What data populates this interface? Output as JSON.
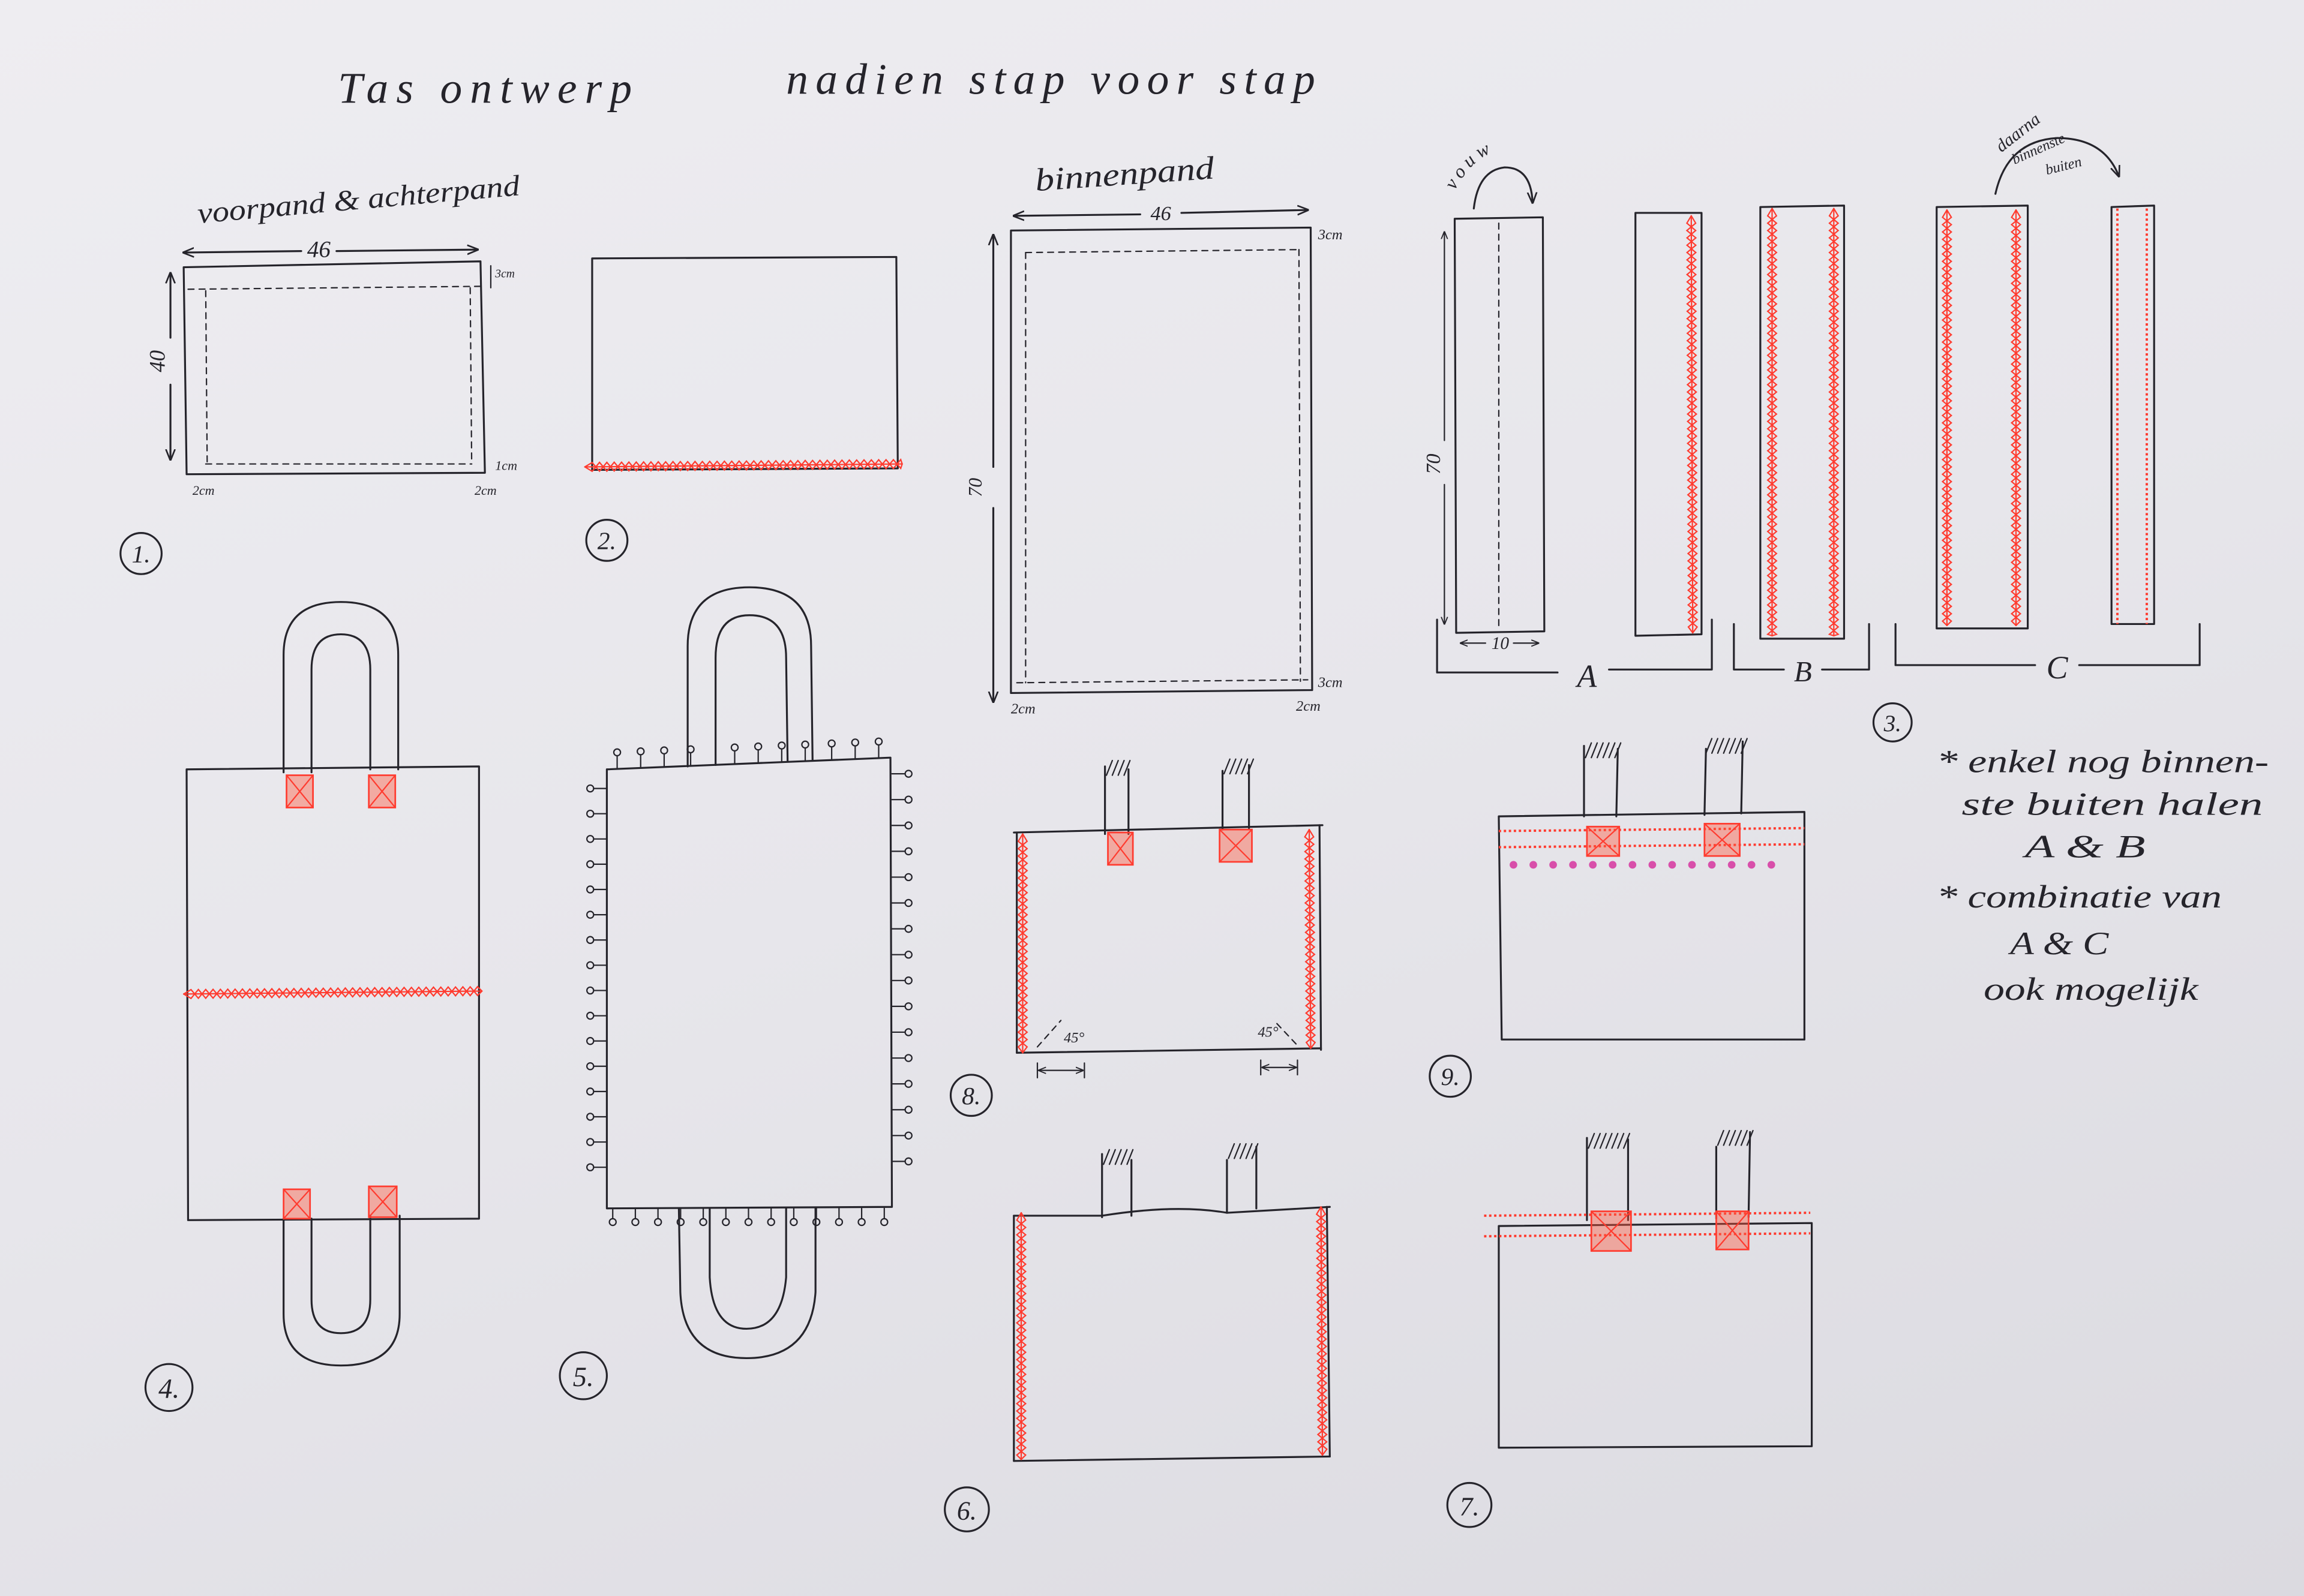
{
  "title": {
    "part1": "Tas ontwerp",
    "part2": "nadien stap voor stap"
  },
  "panel_front_back": {
    "label": "voorpand & achterpand",
    "width": "46",
    "height": "40",
    "top_margin": "3cm",
    "bottom_left": "2cm",
    "right": "1cm",
    "bottom_right": "2cm"
  },
  "panel_lining": {
    "label": "binnenpand",
    "width": "46",
    "height": "70",
    "top_right": "3cm",
    "bottom_right_upper": "3cm",
    "bottom_left": "2cm",
    "bottom_right": "2cm"
  },
  "strap": {
    "fold": "vouw",
    "length": "70",
    "width": "10",
    "variants": [
      "A",
      "B",
      "C"
    ],
    "then_1": "daarna",
    "then_2": "binnenste",
    "then_3": "buiten"
  },
  "notes": [
    "* enkel nog binnen-",
    "ste buiten halen",
    "A & B",
    "* combinatie van",
    "A & C",
    "ook mogelijk"
  ],
  "steps": [
    "1.",
    "2.",
    "3.",
    "4.",
    "5.",
    "6.",
    "7.",
    "8.",
    "9."
  ],
  "angles": [
    "45°",
    "45°"
  ],
  "colors": {
    "ink": "#25242b",
    "stitch": "#ff3b2f",
    "pin_dots": "#d6359f"
  }
}
